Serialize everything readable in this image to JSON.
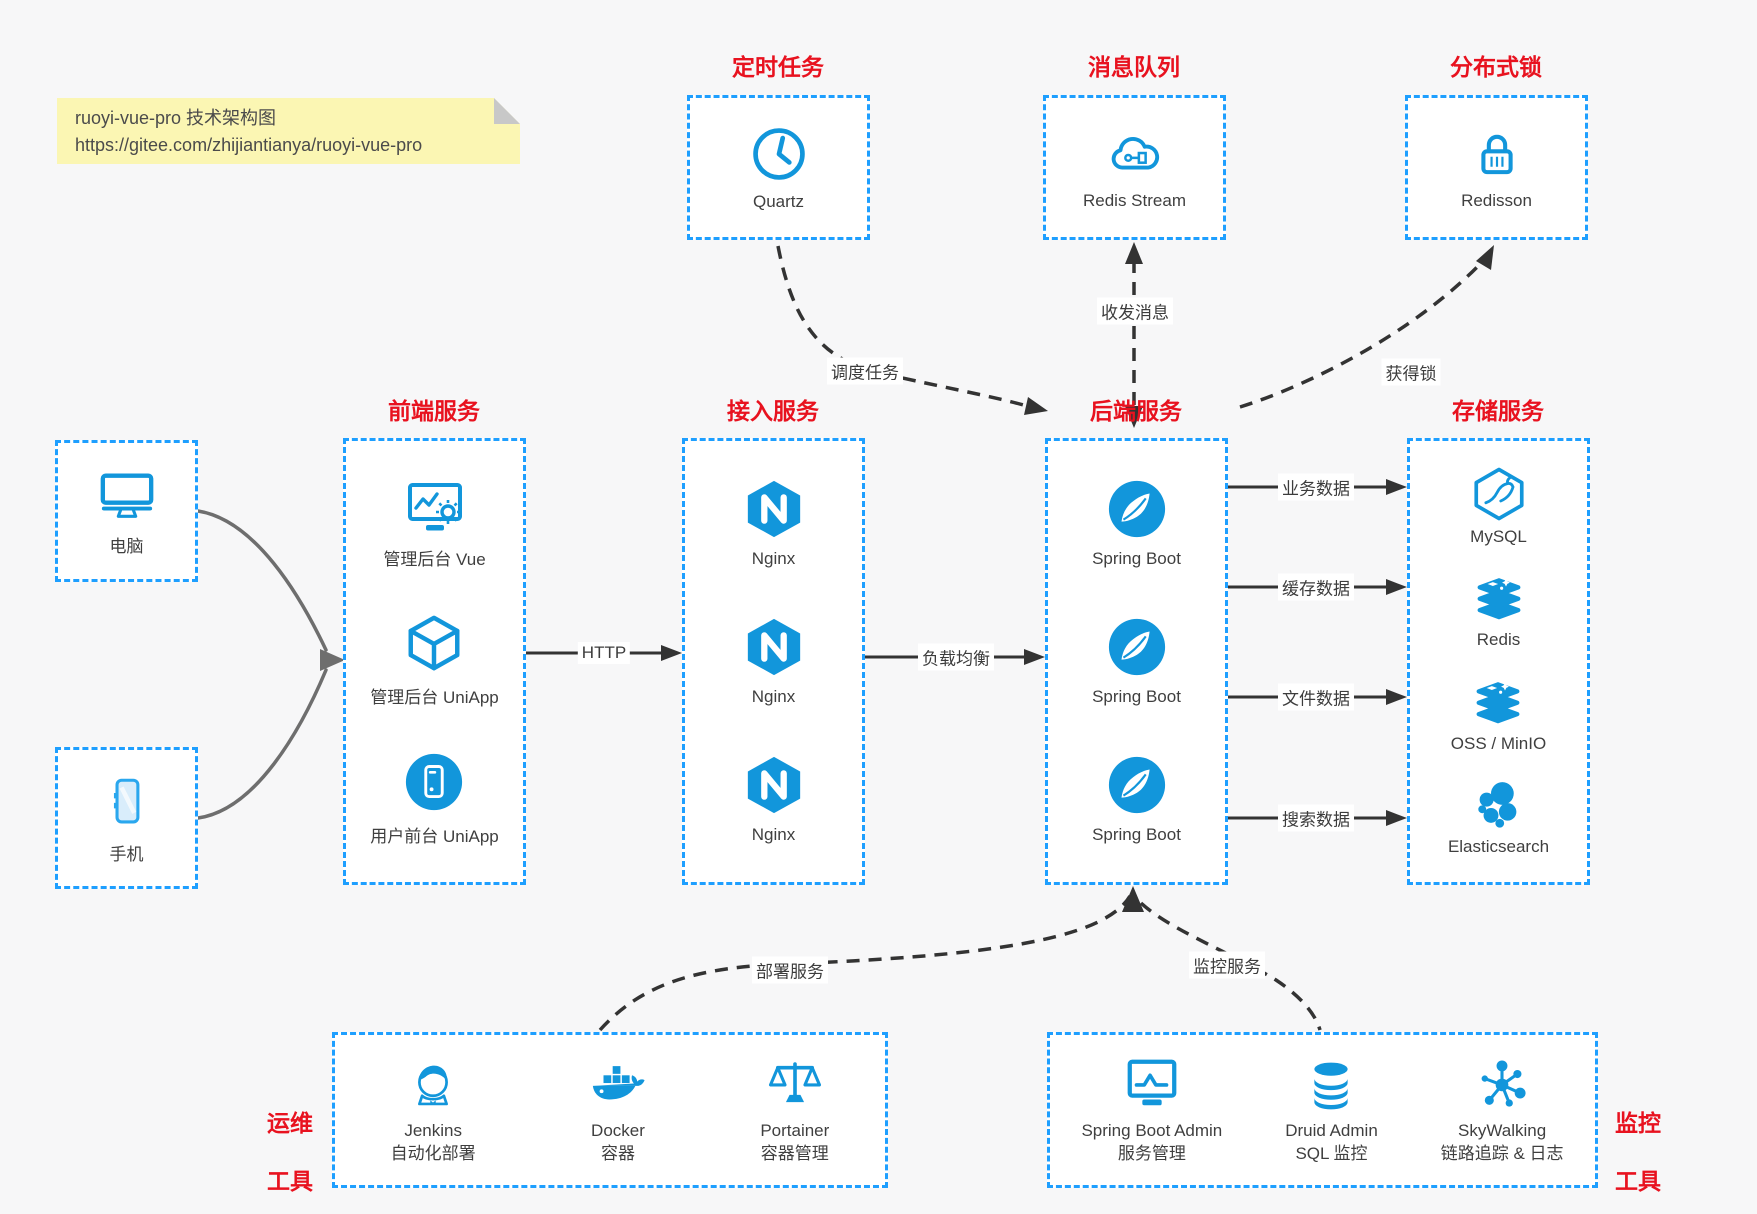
{
  "note": {
    "line1": "ruoyi-vue-pro 技术架构图",
    "line2": "https://gitee.com/zhijiantianya/ruoyi-vue-pro"
  },
  "colors": {
    "icon_blue": "#1296db",
    "border_blue": "#1e9fff",
    "title_red": "#e8121f",
    "note_yellow": "#fbf6b3",
    "arrow_dark": "#333333",
    "arrow_gray": "#6e6e6e"
  },
  "top_groups": [
    {
      "title": "定时任务",
      "item": {
        "icon": "clock-icon",
        "label": "Quartz"
      }
    },
    {
      "title": "消息队列",
      "item": {
        "icon": "cloud-network-icon",
        "label": "Redis Stream"
      }
    },
    {
      "title": "分布式锁",
      "item": {
        "icon": "padlock-icon",
        "label": "Redisson"
      }
    }
  ],
  "devices": [
    {
      "icon": "desktop-icon",
      "label": "电脑"
    },
    {
      "icon": "smartphone-icon",
      "label": "手机"
    }
  ],
  "columns": [
    {
      "title": "前端服务",
      "items": [
        {
          "icon": "admin-vue-icon",
          "label": "管理后台 Vue"
        },
        {
          "icon": "cube-icon",
          "label": "管理后台 UniApp"
        },
        {
          "icon": "phone-circle-icon",
          "label": "用户前台 UniApp"
        }
      ]
    },
    {
      "title": "接入服务",
      "items": [
        {
          "icon": "nginx-icon",
          "label": "Nginx"
        },
        {
          "icon": "nginx-icon",
          "label": "Nginx"
        },
        {
          "icon": "nginx-icon",
          "label": "Nginx"
        }
      ]
    },
    {
      "title": "后端服务",
      "items": [
        {
          "icon": "spring-boot-icon",
          "label": "Spring Boot"
        },
        {
          "icon": "spring-boot-icon",
          "label": "Spring Boot"
        },
        {
          "icon": "spring-boot-icon",
          "label": "Spring Boot"
        }
      ]
    },
    {
      "title": "存储服务",
      "items": [
        {
          "icon": "mysql-icon",
          "label": "MySQL"
        },
        {
          "icon": "redis-icon",
          "label": "Redis"
        },
        {
          "icon": "oss-minio-icon",
          "label": "OSS / MinIO"
        },
        {
          "icon": "elasticsearch-icon",
          "label": "Elasticsearch"
        }
      ]
    }
  ],
  "bottom_groups": [
    {
      "side_label": [
        "运维",
        "工具"
      ],
      "items": [
        {
          "icon": "jenkins-icon",
          "line1": "Jenkins",
          "line2": "自动化部署"
        },
        {
          "icon": "docker-icon",
          "line1": "Docker",
          "line2": "容器"
        },
        {
          "icon": "portainer-icon",
          "line1": "Portainer",
          "line2": "容器管理"
        }
      ]
    },
    {
      "side_label": [
        "监控",
        "工具"
      ],
      "items": [
        {
          "icon": "spring-boot-admin-icon",
          "line1": "Spring Boot Admin",
          "line2": "服务管理"
        },
        {
          "icon": "druid-icon",
          "line1": "Druid Admin",
          "line2": "SQL 监控"
        },
        {
          "icon": "skywalking-icon",
          "line1": "SkyWalking",
          "line2": "链路追踪 & 日志"
        }
      ]
    }
  ],
  "edges": {
    "http": "HTTP",
    "load_balance": "负载均衡",
    "business_data": "业务数据",
    "cache_data": "缓存数据",
    "file_data": "文件数据",
    "search_data": "搜索数据",
    "schedule_task": "调度任务",
    "send_receive_message": "收发消息",
    "acquire_lock": "获得锁",
    "deploy_service": "部署服务",
    "monitor_service": "监控服务"
  }
}
